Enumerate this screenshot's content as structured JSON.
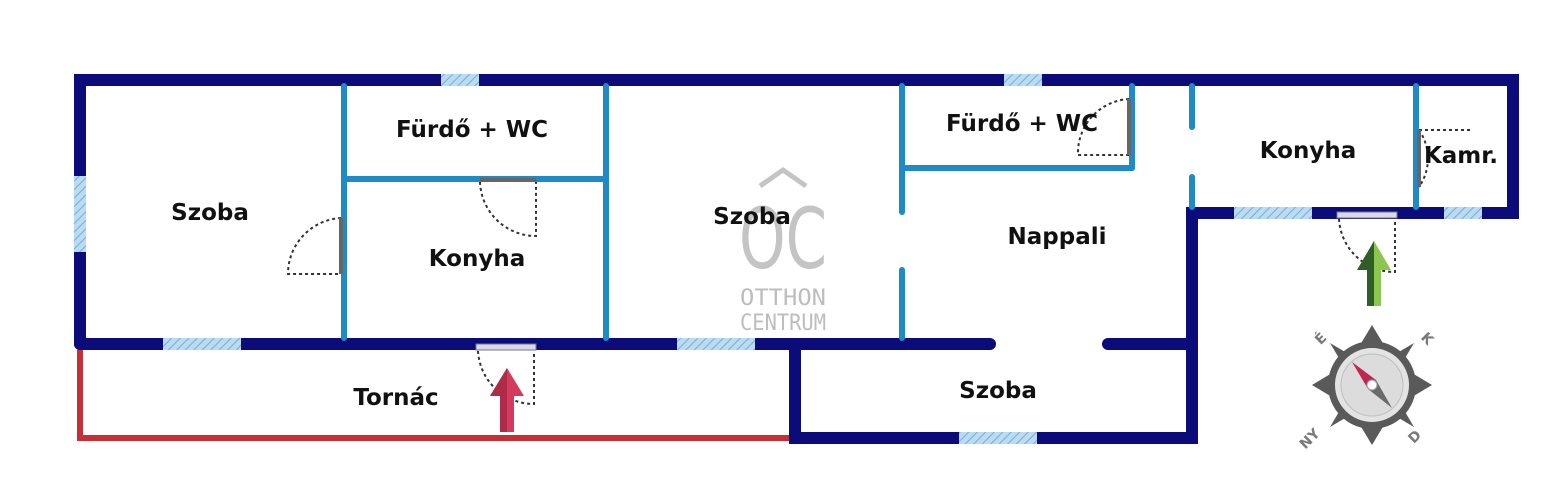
{
  "rooms": {
    "szoba_1": "Szoba",
    "furdo_1": "Fürdő + WC",
    "konyha_1": "Konyha",
    "szoba_2": "Szoba",
    "furdo_2": "Fürdő + WC",
    "nappali": "Nappali",
    "konyha_2": "Konyha",
    "kamra": "Kamr.",
    "tornac": "Tornác",
    "szoba_3": "Szoba"
  },
  "logo": {
    "monogram": "OC",
    "line1": "OTTHON",
    "line2": "CENTRUM"
  },
  "compass": {
    "north": "É",
    "east": "K",
    "south": "D",
    "west": "NY"
  },
  "colors": {
    "outer_wall": "#0b0b7a",
    "inner_wall": "#1e8ac8",
    "window": "#9cc8e8",
    "terrace_outline": "#c62f37",
    "entrance_arrow": "#d43a5e",
    "entrance_arrow_secondary": "#4c8a34"
  }
}
